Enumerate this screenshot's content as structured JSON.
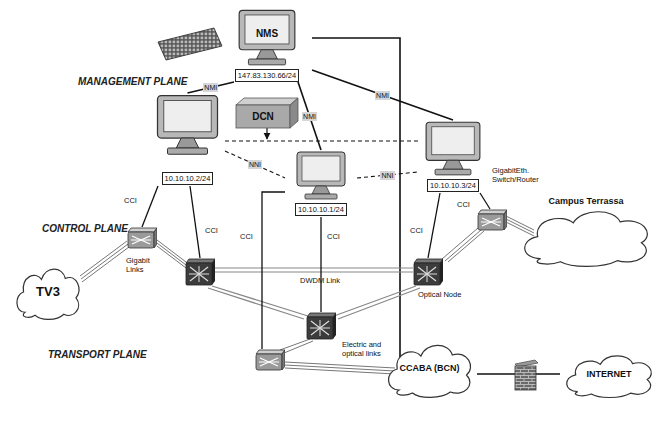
{
  "diagram": {
    "nodes": [
      {
        "text": [
          "MANAGEMENT PLANE"
        ]
      },
      {
        "text": [
          "NMS",
          "147.83.130.66/24"
        ],
        "in": 0
      },
      {
        "text": [
          "DCN"
        ]
      },
      {
        "text": [
          "CONTROL PLANE"
        ]
      },
      {
        "text": [
          "10.10.10.2/24"
        ],
        "in": 3
      },
      {
        "text": [
          "10.10.10.1/24"
        ],
        "in": 3
      },
      {
        "text": [
          "10.10.10.3/24"
        ],
        "in": 3
      },
      {
        "text": [
          "TRANSPORT PLANE"
        ]
      },
      {
        "text": [
          "TV3"
        ]
      },
      {
        "text": [
          "Campus Terrassa"
        ]
      },
      {
        "text": [
          "CCABA (BCN)"
        ]
      },
      {
        "text": [
          "INTERNET"
        ]
      }
    ],
    "edges": [
      {
        "from": 1,
        "to": 4,
        "label": "NMI",
        "arrow": "none"
      },
      {
        "from": 1,
        "to": 5,
        "label": "NMI",
        "arrow": "none"
      },
      {
        "from": 1,
        "to": 6,
        "label": "NMI",
        "arrow": "none"
      },
      {
        "from": 4,
        "to": 5,
        "label": "NNI",
        "arrow": "none"
      },
      {
        "from": 5,
        "to": 6,
        "label": "NNI",
        "arrow": "none"
      },
      {
        "from": 4,
        "to": 6,
        "arrow": "none"
      },
      {
        "from": 1,
        "to": 10,
        "arrow": "none"
      },
      {
        "from": 10,
        "to": 11,
        "arrow": "none"
      }
    ],
    "labels": [
      "CCI",
      "CCI",
      "CCI",
      "CCI",
      "CCI",
      "CCI",
      "Gigabit Links",
      "GigabitEth. Switch/Router",
      "DWDM Link",
      "Optical Node",
      "Electric and optical links"
    ]
  }
}
